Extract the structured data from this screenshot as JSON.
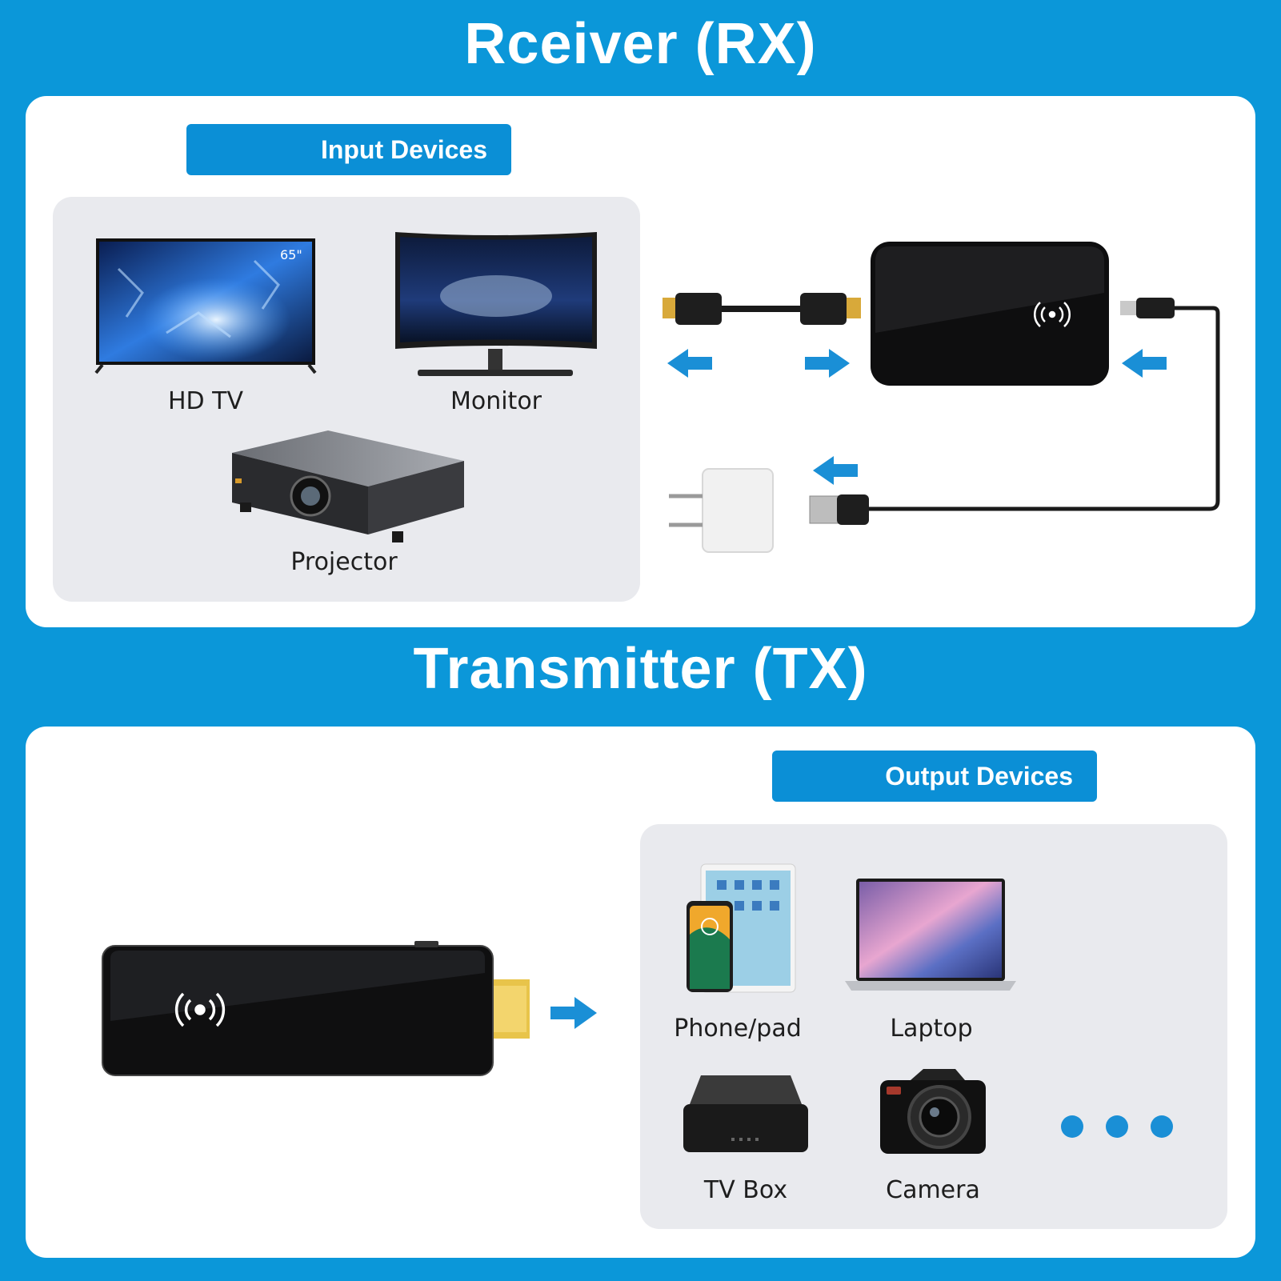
{
  "rx": {
    "title": "Rceiver (RX)",
    "section_label": "Input Devices",
    "devices": [
      {
        "label": "HD TV",
        "tv_size": "65\""
      },
      {
        "label": "Monitor"
      },
      {
        "label": "Projector"
      }
    ]
  },
  "tx": {
    "title": "Transmitter (TX)",
    "section_label": "Output Devices",
    "devices": [
      {
        "label": "Phone/pad"
      },
      {
        "label": "Laptop"
      },
      {
        "label": "TV Box"
      },
      {
        "label": "Camera"
      }
    ]
  },
  "colors": {
    "background": "#0b97d9",
    "accent": "#0b8fd6",
    "panel": "#ffffff",
    "device_box": "#e9eaee"
  },
  "icons": [
    "wireless-signal-icon",
    "arrow-left-icon",
    "arrow-right-icon",
    "more-dots-icon"
  ]
}
